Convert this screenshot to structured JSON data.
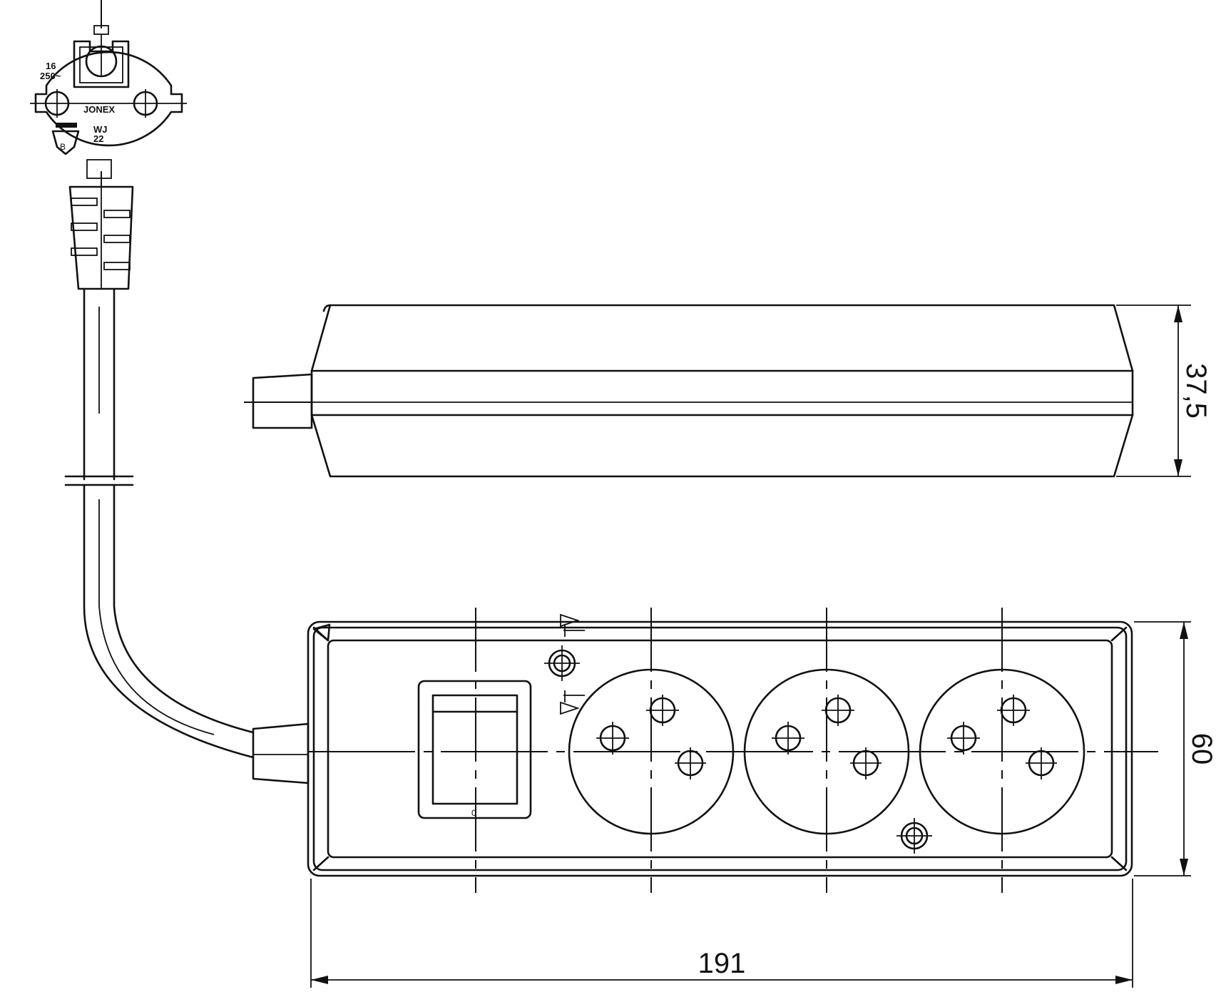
{
  "dimensions": {
    "height": "37,5",
    "width": "60",
    "length": "191"
  },
  "plug_markings": {
    "rating_top": "16",
    "rating_bottom": "250~",
    "brand": "JONEX",
    "code_top": "WJ",
    "code_bottom": "22",
    "cert_letter": "B"
  },
  "switch_markings": {
    "off": "0"
  }
}
